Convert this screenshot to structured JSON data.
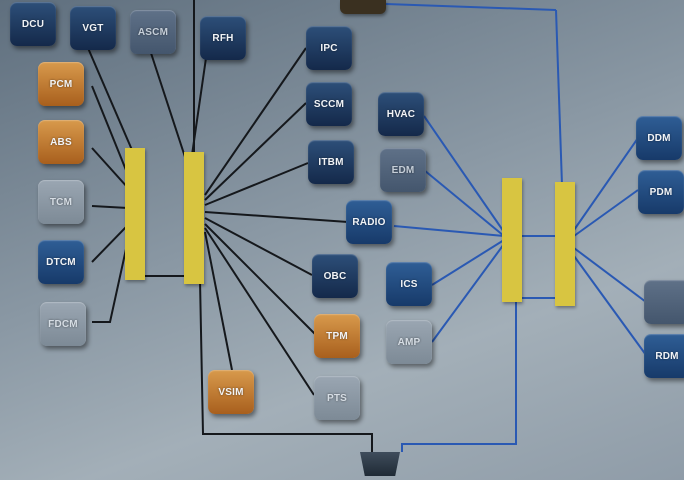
{
  "modules": {
    "dcu": {
      "label": "DCU"
    },
    "vgt": {
      "label": "VGT"
    },
    "ascm": {
      "label": "ASCM"
    },
    "rfh": {
      "label": "RFH"
    },
    "pcm": {
      "label": "PCM"
    },
    "abs": {
      "label": "ABS"
    },
    "tcm": {
      "label": "TCM"
    },
    "dtcm": {
      "label": "DTCM"
    },
    "fdcm": {
      "label": "FDCM"
    },
    "ipc": {
      "label": "IPC"
    },
    "sccm": {
      "label": "SCCM"
    },
    "itbm": {
      "label": "ITBM"
    },
    "hvac": {
      "label": "HVAC"
    },
    "edm": {
      "label": "EDM"
    },
    "radio": {
      "label": "RADIO"
    },
    "obc": {
      "label": "OBC"
    },
    "ics": {
      "label": "ICS"
    },
    "tpm": {
      "label": "TPM"
    },
    "amp": {
      "label": "AMP"
    },
    "vsim": {
      "label": "VSIM"
    },
    "pts": {
      "label": "PTS"
    },
    "ddm": {
      "label": "DDM"
    },
    "pdm": {
      "label": "PDM"
    },
    "rdm": {
      "label": "RDM"
    }
  },
  "colors": {
    "wire_black": "#15181c",
    "wire_blue": "#2a59b3",
    "bus_yellow": "#d8c541"
  }
}
